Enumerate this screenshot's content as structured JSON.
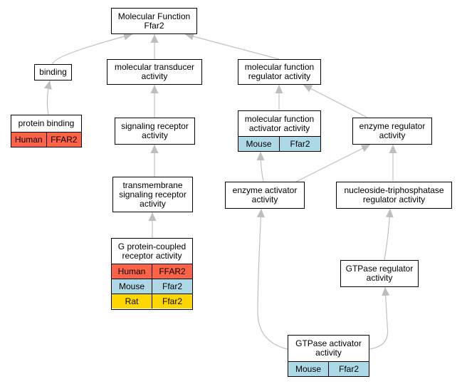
{
  "colors": {
    "human": "#ff6347",
    "mouse": "#add8e6",
    "rat": "#ffd700",
    "edge": "#c0c0c0",
    "arrowhead": "#bebebe"
  },
  "nodes": {
    "molecular_function": {
      "label": "Molecular Function\nFfar2"
    },
    "binding": {
      "label": "binding"
    },
    "molecular_transducer": {
      "label": "molecular transducer\nactivity"
    },
    "mf_regulator": {
      "label": "molecular function\nregulator activity"
    },
    "protein_binding": {
      "label": "protein binding",
      "annotations": [
        {
          "species": "Human",
          "gene": "FFAR2",
          "color_key": "human"
        }
      ]
    },
    "signaling_receptor": {
      "label": "signaling receptor\nactivity"
    },
    "mf_activator": {
      "label": "molecular function\nactivator activity",
      "annotations": [
        {
          "species": "Mouse",
          "gene": "Ffar2",
          "color_key": "mouse"
        }
      ]
    },
    "enzyme_regulator": {
      "label": "enzyme regulator\nactivity"
    },
    "transmembrane": {
      "label": "transmembrane\nsignaling receptor\nactivity"
    },
    "enzyme_activator": {
      "label": "enzyme activator\nactivity"
    },
    "ntpase_regulator": {
      "label": "nucleoside-triphosphatase\nregulator activity"
    },
    "gpcr": {
      "label": "G protein-coupled\nreceptor activity",
      "annotations": [
        {
          "species": "Human",
          "gene": "FFAR2",
          "color_key": "human"
        },
        {
          "species": "Mouse",
          "gene": "Ffar2",
          "color_key": "mouse"
        },
        {
          "species": "Rat",
          "gene": "Ffar2",
          "color_key": "rat"
        }
      ]
    },
    "gtpase_regulator": {
      "label": "GTPase regulator\nactivity"
    },
    "gtpase_activator": {
      "label": "GTPase activator\nactivity",
      "annotations": [
        {
          "species": "Mouse",
          "gene": "Ffar2",
          "color_key": "mouse"
        }
      ]
    }
  },
  "edges": [
    {
      "from": "binding",
      "to": "molecular_function"
    },
    {
      "from": "molecular_transducer",
      "to": "molecular_function"
    },
    {
      "from": "mf_regulator",
      "to": "molecular_function"
    },
    {
      "from": "protein_binding",
      "to": "binding"
    },
    {
      "from": "signaling_receptor",
      "to": "molecular_transducer"
    },
    {
      "from": "mf_activator",
      "to": "mf_regulator"
    },
    {
      "from": "enzyme_regulator",
      "to": "mf_regulator"
    },
    {
      "from": "transmembrane",
      "to": "signaling_receptor"
    },
    {
      "from": "enzyme_activator",
      "to": "mf_activator"
    },
    {
      "from": "enzyme_activator",
      "to": "enzyme_regulator"
    },
    {
      "from": "ntpase_regulator",
      "to": "enzyme_regulator"
    },
    {
      "from": "gpcr",
      "to": "transmembrane"
    },
    {
      "from": "gtpase_regulator",
      "to": "ntpase_regulator"
    },
    {
      "from": "gtpase_activator",
      "to": "enzyme_activator"
    },
    {
      "from": "gtpase_activator",
      "to": "gtpase_regulator"
    }
  ]
}
